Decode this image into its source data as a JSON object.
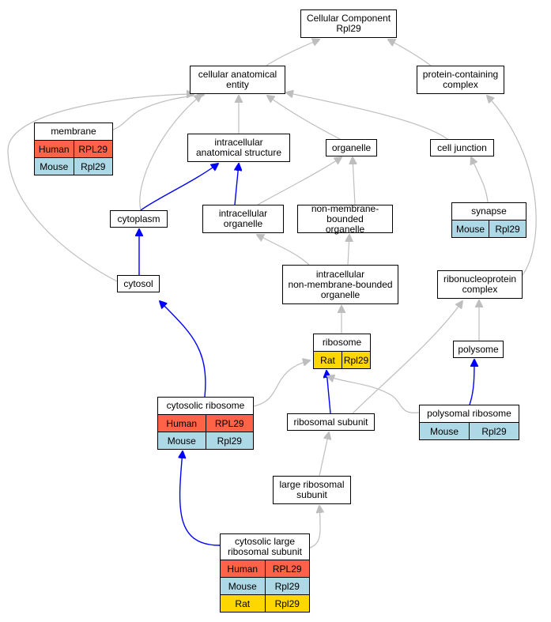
{
  "diagram": {
    "title_lines": [
      "Cellular Component",
      "Rpl29"
    ],
    "colors": {
      "human": "#ff6347",
      "mouse": "#add8e6",
      "rat": "#ffd700",
      "edge_gray": "#bebebe",
      "edge_blue": "#0000ff"
    },
    "nodes": [
      {
        "id": "root",
        "lines": [
          "Cellular Component",
          "Rpl29"
        ],
        "orthologs": []
      },
      {
        "id": "cae",
        "lines": [
          "cellular anatomical",
          "entity"
        ],
        "orthologs": []
      },
      {
        "id": "pcc",
        "lines": [
          "protein-containing",
          "complex"
        ],
        "orthologs": []
      },
      {
        "id": "membrane",
        "lines": [
          "membrane"
        ],
        "orthologs": [
          {
            "species": "Human",
            "gene": "RPL29"
          },
          {
            "species": "Mouse",
            "gene": "Rpl29"
          }
        ]
      },
      {
        "id": "ias",
        "lines": [
          "intracellular",
          "anatomical structure"
        ],
        "orthologs": []
      },
      {
        "id": "organelle",
        "lines": [
          "organelle"
        ],
        "orthologs": []
      },
      {
        "id": "celljunction",
        "lines": [
          "cell junction"
        ],
        "orthologs": []
      },
      {
        "id": "cytoplasm",
        "lines": [
          "cytoplasm"
        ],
        "orthologs": []
      },
      {
        "id": "io",
        "lines": [
          "intracellular",
          "organelle"
        ],
        "orthologs": []
      },
      {
        "id": "nmbo",
        "lines": [
          "non-membrane-bounded",
          "organelle"
        ],
        "orthologs": []
      },
      {
        "id": "synapse",
        "lines": [
          "synapse"
        ],
        "orthologs": [
          {
            "species": "Mouse",
            "gene": "Rpl29"
          }
        ]
      },
      {
        "id": "cytosol",
        "lines": [
          "cytosol"
        ],
        "orthologs": []
      },
      {
        "id": "inmbo",
        "lines": [
          "intracellular",
          "non-membrane-bounded",
          "organelle"
        ],
        "orthologs": []
      },
      {
        "id": "rnp",
        "lines": [
          "ribonucleoprotein",
          "complex"
        ],
        "orthologs": []
      },
      {
        "id": "ribosome",
        "lines": [
          "ribosome"
        ],
        "orthologs": [
          {
            "species": "Rat",
            "gene": "Rpl29"
          }
        ]
      },
      {
        "id": "polysome",
        "lines": [
          "polysome"
        ],
        "orthologs": []
      },
      {
        "id": "cytoribo",
        "lines": [
          "cytosolic ribosome"
        ],
        "orthologs": [
          {
            "species": "Human",
            "gene": "RPL29"
          },
          {
            "species": "Mouse",
            "gene": "Rpl29"
          }
        ]
      },
      {
        "id": "ribosub",
        "lines": [
          "ribosomal subunit"
        ],
        "orthologs": []
      },
      {
        "id": "polyribo",
        "lines": [
          "polysomal ribosome"
        ],
        "orthologs": [
          {
            "species": "Mouse",
            "gene": "Rpl29"
          }
        ]
      },
      {
        "id": "lrs",
        "lines": [
          "large ribosomal",
          "subunit"
        ],
        "orthologs": []
      },
      {
        "id": "clrs",
        "lines": [
          "cytosolic large",
          "ribosomal subunit"
        ],
        "orthologs": [
          {
            "species": "Human",
            "gene": "RPL29"
          },
          {
            "species": "Mouse",
            "gene": "Rpl29"
          },
          {
            "species": "Rat",
            "gene": "Rpl29"
          }
        ]
      }
    ],
    "edges": [
      {
        "from": "cae",
        "to": "root",
        "kind": "is_a"
      },
      {
        "from": "pcc",
        "to": "root",
        "kind": "is_a"
      },
      {
        "from": "membrane",
        "to": "cae",
        "kind": "is_a"
      },
      {
        "from": "ias",
        "to": "cae",
        "kind": "is_a"
      },
      {
        "from": "organelle",
        "to": "cae",
        "kind": "is_a"
      },
      {
        "from": "celljunction",
        "to": "cae",
        "kind": "is_a"
      },
      {
        "from": "cytoplasm",
        "to": "cae",
        "kind": "is_a"
      },
      {
        "from": "cytosol",
        "to": "cae",
        "kind": "is_a"
      },
      {
        "from": "cytoplasm",
        "to": "ias",
        "kind": "part_of"
      },
      {
        "from": "io",
        "to": "ias",
        "kind": "part_of"
      },
      {
        "from": "io",
        "to": "organelle",
        "kind": "is_a"
      },
      {
        "from": "nmbo",
        "to": "organelle",
        "kind": "is_a"
      },
      {
        "from": "synapse",
        "to": "celljunction",
        "kind": "is_a"
      },
      {
        "from": "cytosol",
        "to": "cytoplasm",
        "kind": "part_of"
      },
      {
        "from": "inmbo",
        "to": "io",
        "kind": "is_a"
      },
      {
        "from": "inmbo",
        "to": "nmbo",
        "kind": "is_a"
      },
      {
        "from": "rnp",
        "to": "pcc",
        "kind": "is_a"
      },
      {
        "from": "ribosome",
        "to": "inmbo",
        "kind": "is_a"
      },
      {
        "from": "ribosub",
        "to": "rnp",
        "kind": "is_a"
      },
      {
        "from": "polysome",
        "to": "rnp",
        "kind": "is_a"
      },
      {
        "from": "cytoribo",
        "to": "ribosome",
        "kind": "is_a"
      },
      {
        "from": "cytoribo",
        "to": "cytosol",
        "kind": "part_of"
      },
      {
        "from": "ribosub",
        "to": "ribosome",
        "kind": "part_of"
      },
      {
        "from": "polyribo",
        "to": "ribosome",
        "kind": "is_a"
      },
      {
        "from": "polyribo",
        "to": "polysome",
        "kind": "part_of"
      },
      {
        "from": "lrs",
        "to": "ribosub",
        "kind": "is_a"
      },
      {
        "from": "clrs",
        "to": "lrs",
        "kind": "is_a"
      },
      {
        "from": "clrs",
        "to": "cytoribo",
        "kind": "part_of"
      }
    ]
  }
}
